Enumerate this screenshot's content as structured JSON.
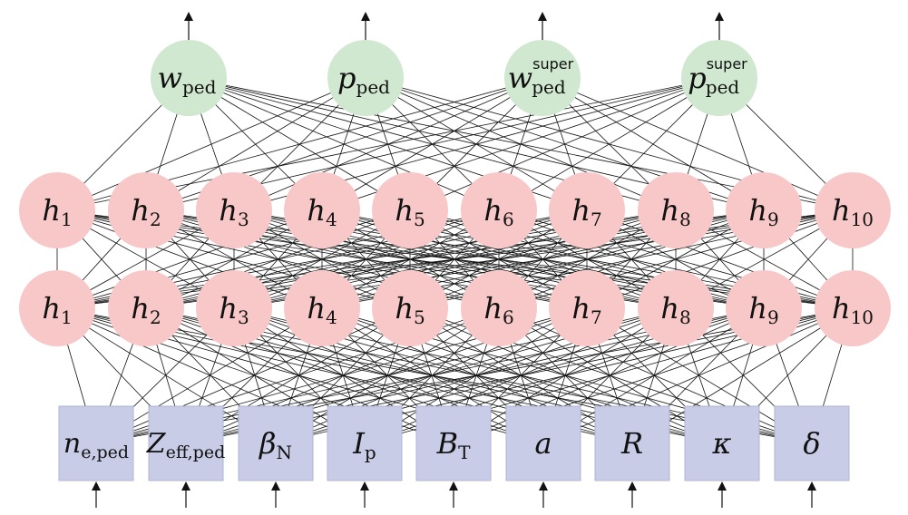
{
  "colors": {
    "output_node": "#cfe8cf",
    "hidden_node": "#f8c8c8",
    "input_node": "#c9cce6",
    "input_border": "#b0b4d4",
    "edge": "#111111",
    "arrow": "#111111"
  },
  "output_layer": [
    {
      "base": "w",
      "sub": "ped",
      "sup": ""
    },
    {
      "base": "p",
      "sub": "ped",
      "sup": ""
    },
    {
      "base": "w",
      "sub": "ped",
      "sup": "super"
    },
    {
      "base": "p",
      "sub": "ped",
      "sup": "super"
    }
  ],
  "hidden_layers": [
    [
      {
        "base": "h",
        "sub": "1"
      },
      {
        "base": "h",
        "sub": "2"
      },
      {
        "base": "h",
        "sub": "3"
      },
      {
        "base": "h",
        "sub": "4"
      },
      {
        "base": "h",
        "sub": "5"
      },
      {
        "base": "h",
        "sub": "6"
      },
      {
        "base": "h",
        "sub": "7"
      },
      {
        "base": "h",
        "sub": "8"
      },
      {
        "base": "h",
        "sub": "9"
      },
      {
        "base": "h",
        "sub": "10"
      }
    ],
    [
      {
        "base": "h",
        "sub": "1"
      },
      {
        "base": "h",
        "sub": "2"
      },
      {
        "base": "h",
        "sub": "3"
      },
      {
        "base": "h",
        "sub": "4"
      },
      {
        "base": "h",
        "sub": "5"
      },
      {
        "base": "h",
        "sub": "6"
      },
      {
        "base": "h",
        "sub": "7"
      },
      {
        "base": "h",
        "sub": "8"
      },
      {
        "base": "h",
        "sub": "9"
      },
      {
        "base": "h",
        "sub": "10"
      }
    ]
  ],
  "input_layer": [
    {
      "base": "n",
      "sub": "e,ped"
    },
    {
      "base": "Z",
      "sub": "eff,ped"
    },
    {
      "base": "β",
      "sub": "N"
    },
    {
      "base": "I",
      "sub": "p"
    },
    {
      "base": "B",
      "sub": "T"
    },
    {
      "base": "a",
      "sub": ""
    },
    {
      "base": "R",
      "sub": ""
    },
    {
      "base": "κ",
      "sub": ""
    },
    {
      "base": "δ",
      "sub": ""
    }
  ]
}
